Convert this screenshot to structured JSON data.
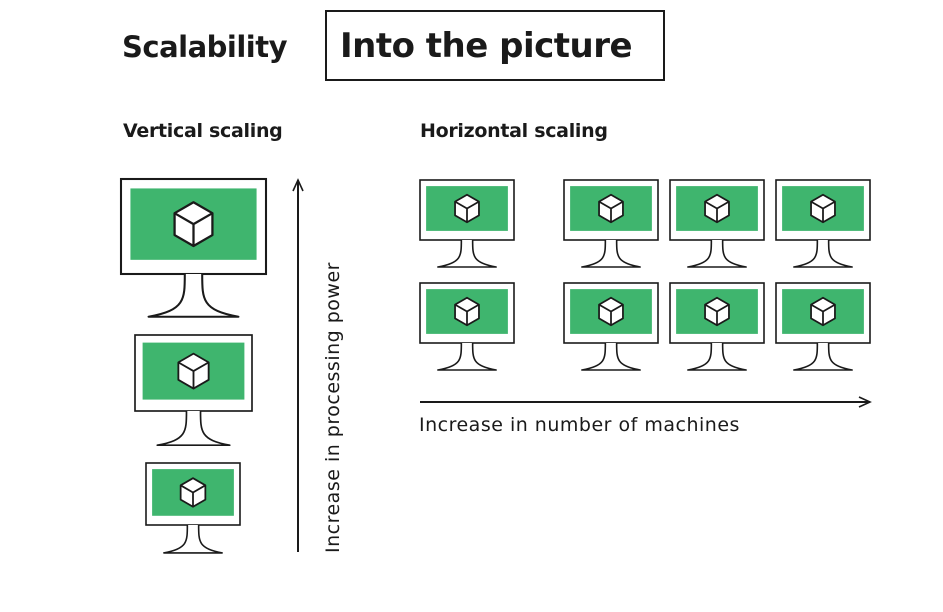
{
  "title": "Scalability",
  "subtitle": "Into the picture",
  "vertical": {
    "heading": "Vertical scaling",
    "axis_label": "Increase in processing power"
  },
  "horizontal": {
    "heading": "Horizontal scaling",
    "axis_label": "Increase in number of machines"
  },
  "colors": {
    "screen": "#3fb56e",
    "outline": "#1a1a1a",
    "background": "#ffffff"
  },
  "icons": {
    "monitor": "monitor-icon",
    "cube": "cube-icon",
    "arrow": "arrow-icon"
  }
}
